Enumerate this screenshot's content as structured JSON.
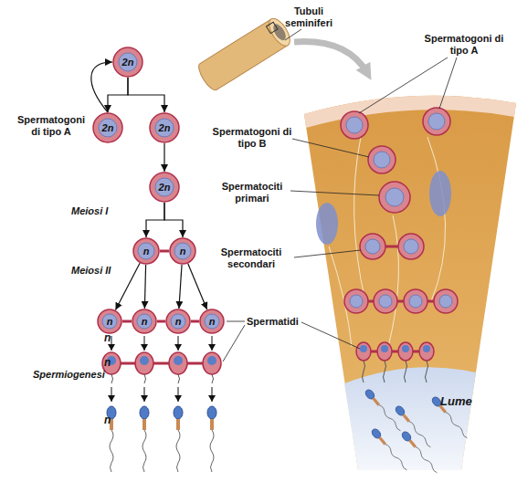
{
  "diagram": {
    "nodes": [
      {
        "text": [
          "2n"
        ]
      },
      {
        "text": [
          "2n"
        ]
      },
      {
        "text": [
          "2n"
        ]
      },
      {
        "text": [
          "2n"
        ]
      },
      {
        "text": [
          "n"
        ]
      },
      {
        "text": [
          "n"
        ]
      },
      {
        "text": [
          "n"
        ]
      },
      {
        "text": [
          "n"
        ]
      },
      {
        "text": [
          "n"
        ]
      },
      {
        "text": [
          "n"
        ]
      }
    ],
    "edges": [
      {
        "from": 0,
        "to": 1,
        "arrow": "to"
      },
      {
        "from": 0,
        "to": 2,
        "arrow": "to"
      },
      {
        "from": 1,
        "to": 0,
        "arrow": "to"
      },
      {
        "from": 2,
        "to": 3,
        "arrow": "to"
      },
      {
        "from": 3,
        "to": 4,
        "arrow": "to"
      },
      {
        "from": 3,
        "to": 5,
        "arrow": "to"
      },
      {
        "from": 4,
        "to": 5,
        "arrow": "none"
      },
      {
        "from": 4,
        "to": 6,
        "arrow": "to"
      },
      {
        "from": 4,
        "to": 7,
        "arrow": "to"
      },
      {
        "from": 5,
        "to": 8,
        "arrow": "to"
      },
      {
        "from": 5,
        "to": 9,
        "arrow": "to"
      },
      {
        "from": 6,
        "to": 7,
        "arrow": "none"
      },
      {
        "from": 7,
        "to": 8,
        "arrow": "none"
      },
      {
        "from": 8,
        "to": 9,
        "arrow": "none"
      }
    ],
    "labels": [
      "Spermatogoni di tipo A",
      "Meiosi I",
      "Meiosi II",
      "Spermatidi",
      "n",
      "n",
      "Spermiogenesi",
      "n",
      "Tubuli seminiferi",
      "Spermatogoni di tipo A",
      "Spermatogoni di tipo B",
      "Spermatociti primari",
      "Spermatociti secondari",
      "Lume"
    ]
  }
}
